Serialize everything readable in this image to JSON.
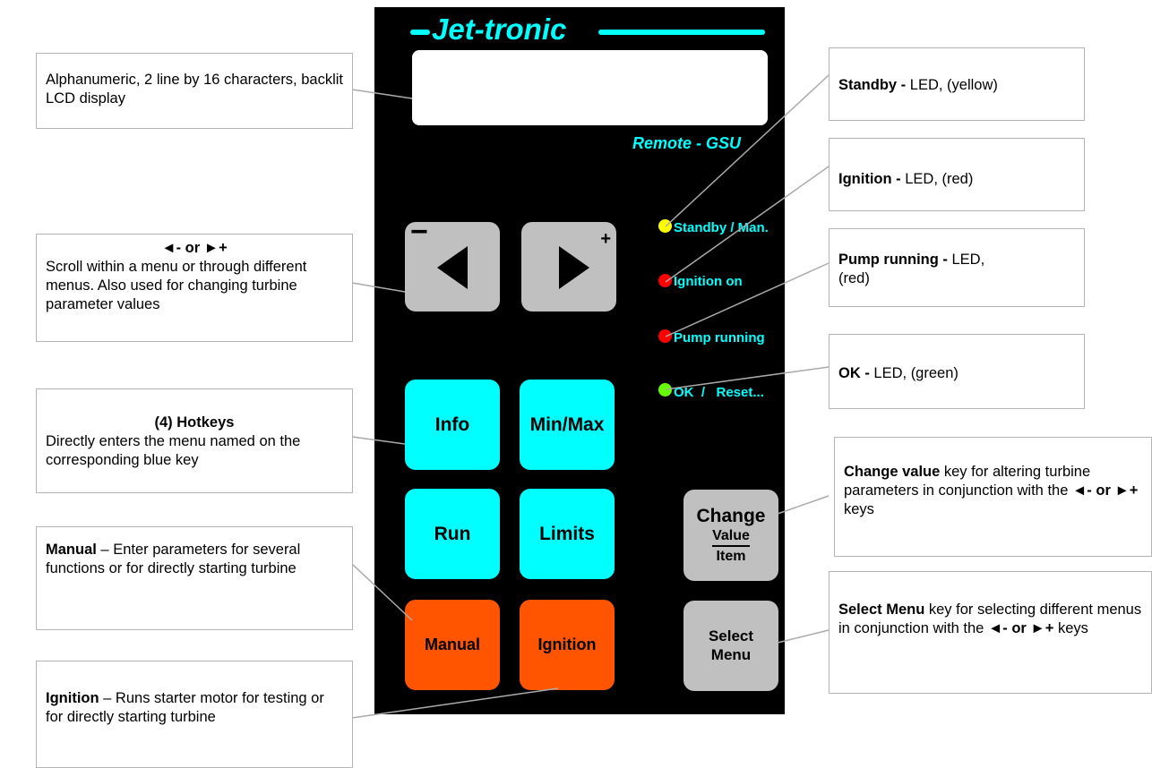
{
  "brand": "Jet-tronic",
  "subtitle": "Remote - GSU",
  "arrows": {
    "minus": "−",
    "plus": "+"
  },
  "keys": {
    "info": "Info",
    "minmax": "Min/Max",
    "run": "Run",
    "limits": "Limits",
    "manual": "Manual",
    "ignition": "Ignition",
    "change_top": "Change",
    "change_mid": "Value",
    "change_bot": "Item",
    "select_top": "Select",
    "select_bot": "Menu"
  },
  "leds": [
    {
      "label": "Standby / Man.",
      "color": "#ffff00"
    },
    {
      "label": "Ignition on",
      "color": "#ff0000"
    },
    {
      "label": "Pump running",
      "color": "#ff0000"
    },
    {
      "label": "OK  /   Reset...",
      "color": "#66ff00"
    }
  ],
  "callouts": {
    "lcd": {
      "text": "Alphanumeric, 2 line by 16 characters, backlit LCD display"
    },
    "scroll": {
      "title": "◄- or ►+",
      "text": "Scroll within a menu or through different menus. Also used for changing turbine parameter values"
    },
    "hotkeys": {
      "title": "(4) Hotkeys",
      "text": "Directly enters the menu named on the corresponding blue key"
    },
    "manual": {
      "bold": "Manual",
      "text": " – Enter parameters for several functions or for directly starting turbine"
    },
    "ignition": {
      "bold": "Ignition",
      "text": " – Runs starter motor for testing or for directly starting turbine"
    },
    "standby": {
      "bold": "Standby - ",
      "text": "LED, (yellow)"
    },
    "ignition_led": {
      "bold": "Ignition - ",
      "text": "LED, (red)"
    },
    "pump": {
      "bold": "Pump running - ",
      "text": "LED, (red)"
    },
    "ok": {
      "bold": "OK - ",
      "text": "LED, (green)"
    },
    "change": {
      "bold": "Change value",
      "text1": " key for altering turbine parameters in conjunction with the ",
      "keys": "◄- or ►+",
      "text2": " keys"
    },
    "select": {
      "bold": "Select Menu",
      "text1": " key for selecting different menus in conjunction with the ",
      "keys": "◄- or ►+",
      "text2": " keys"
    }
  }
}
